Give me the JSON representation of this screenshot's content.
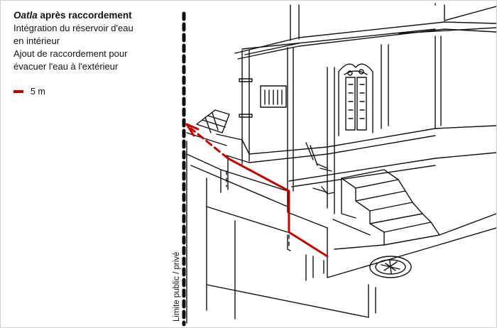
{
  "caption": {
    "title_place": "Oatla",
    "title_rest": " après raccordement",
    "lines": [
      "Intégration du réservoir d'eau",
      "en intérieur",
      "Ajout de raccordement pour",
      "évacuer l'eau à l'extérieur"
    ]
  },
  "legend": {
    "label": "5 m",
    "color": "#c00000"
  },
  "boundary": {
    "label": "Limite public / privé"
  },
  "colors": {
    "ink": "#111111",
    "pipe": "#c00000"
  }
}
